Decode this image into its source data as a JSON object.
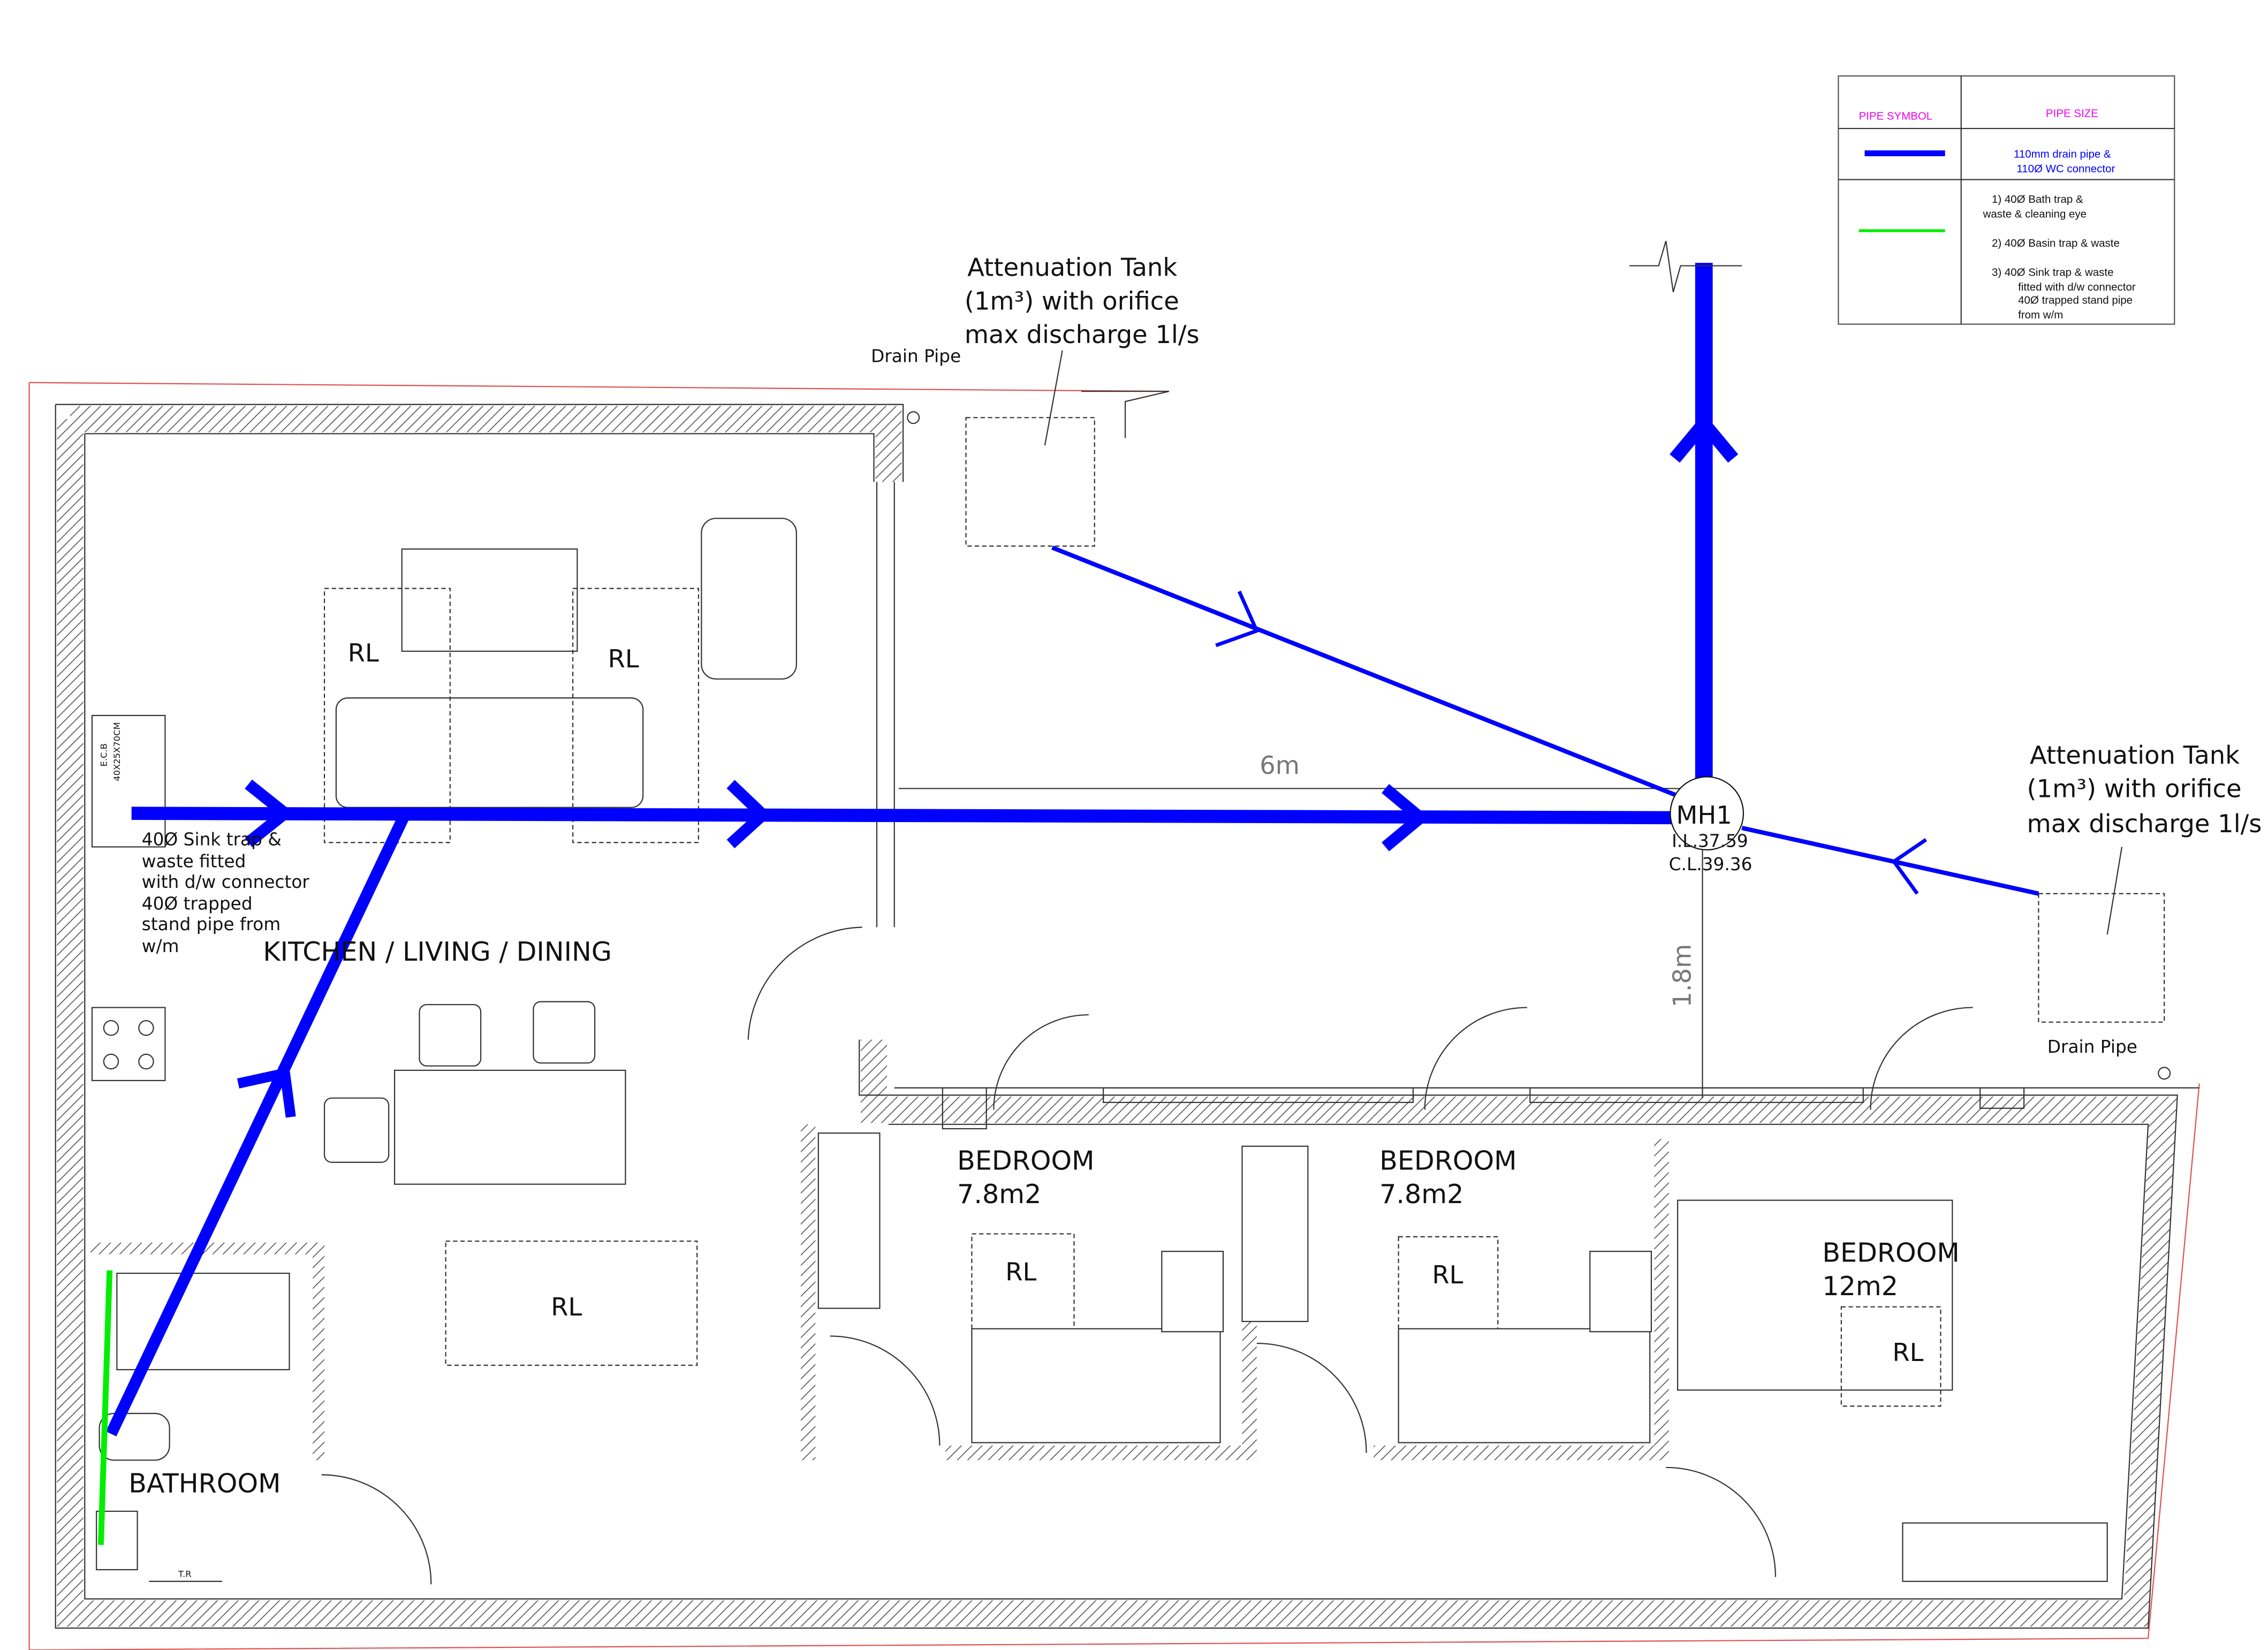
{
  "legend": {
    "header_symbol": "PIPE SYMBOL",
    "header_size": "PIPE SIZE",
    "row1": {
      "line1": "110mm drain pipe &",
      "line2": "110Ø WC connector",
      "color": "#0000ff"
    },
    "row2": {
      "color": "#00ee00",
      "item1_a": "1)     40Ø Bath trap &",
      "item1_b": "waste & cleaning eye",
      "item2": "2)     40Ø Basin trap & waste",
      "item3_a": "3)     40Ø Sink trap & waste",
      "item3_b": "fitted with d/w connector",
      "item3_c": "40Ø trapped stand pipe",
      "item3_d": "from w/m"
    }
  },
  "tank_top": {
    "line1": "Attenuation Tank",
    "line2": "(1m³) with orifice",
    "line3": "max discharge 1l/s",
    "drain": "Drain Pipe"
  },
  "tank_right": {
    "line1": "Attenuation Tank",
    "line2": "(1m³) with orifice",
    "line3": "max discharge 1l/s",
    "drain": "Drain Pipe"
  },
  "manhole": {
    "name": "MH1",
    "il": "I.L.37.59",
    "cl": "C.L.39.36"
  },
  "dimensions": {
    "horizontal": "6m",
    "vertical": "1.8m"
  },
  "sink_note": [
    "40Ø Sink trap &",
    "waste fitted",
    "with d/w connector",
    "40Ø trapped",
    "stand pipe from",
    "w/m"
  ],
  "kitchen_labels": {
    "ecb": "E.C.B",
    "size": "40X25X70CM"
  },
  "rooms": {
    "kitchen": "KITCHEN / LIVING / DINING",
    "bathroom": "BATHROOM",
    "bathroom_tr": "T.R",
    "bed1_name": "BEDROOM",
    "bed1_area": "7.8m2",
    "bed2_name": "BEDROOM",
    "bed2_area": "7.8m2",
    "bed3_name": "BEDROOM",
    "bed3_area": "12m2"
  },
  "rl": "RL",
  "colors": {
    "drain": "#0000ff",
    "waste": "#00ee00",
    "boundary": "#e05050",
    "legend_header": "#ee00ee"
  }
}
